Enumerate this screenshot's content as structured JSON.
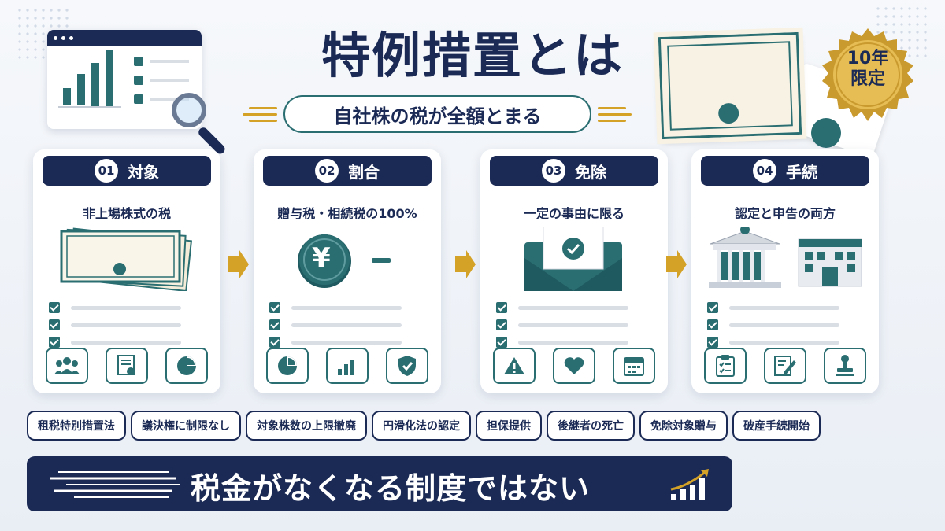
{
  "header": {
    "title": "特例措置とは",
    "subtitle": "自社株の税が全額とまる",
    "badge_line1": "10年",
    "badge_line2": "限定"
  },
  "cards": [
    {
      "number": "01",
      "title": "対象",
      "description": "非上場株式の税",
      "icons": [
        "people-icon",
        "certificate-icon",
        "pie-chart-icon"
      ]
    },
    {
      "number": "02",
      "title": "割合",
      "description": "贈与税・相続税の100%",
      "coin_symbol": "¥",
      "icons": [
        "pie-chart-icon",
        "bar-chart-icon",
        "shield-check-icon"
      ]
    },
    {
      "number": "03",
      "title": "免除",
      "description": "一定の事由に限る",
      "icons": [
        "warning-icon",
        "heart-icon",
        "calendar-icon"
      ]
    },
    {
      "number": "04",
      "title": "手続",
      "description": "認定と申告の両方",
      "icons": [
        "clipboard-icon",
        "document-edit-icon",
        "stamp-icon"
      ]
    }
  ],
  "tags": [
    "租税特別措置法",
    "議決権に制限なし",
    "対象株数の上限撤廃",
    "円滑化法の認定",
    "担保提供",
    "後継者の死亡",
    "免除対象贈与",
    "破産手続開始"
  ],
  "footer": {
    "banner_text": "税金がなくなる制度ではない"
  },
  "colors": {
    "navy": "#1b2a55",
    "teal": "#2b6e72",
    "gold": "#d4a227"
  }
}
